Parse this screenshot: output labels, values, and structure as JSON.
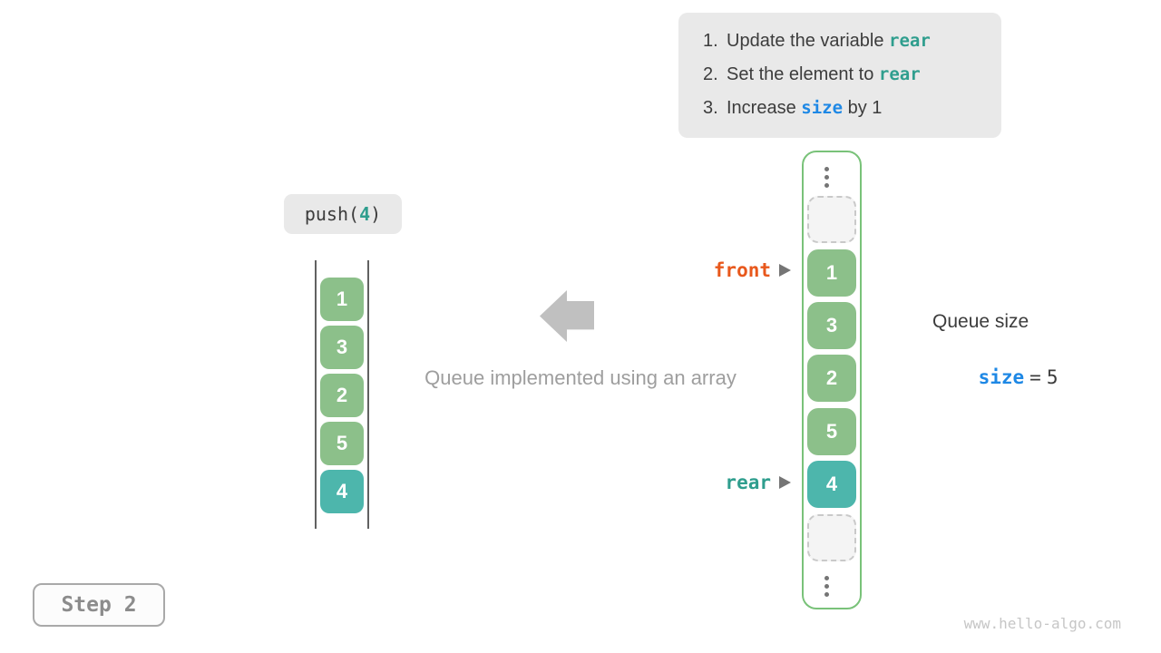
{
  "colors": {
    "panel_bg": "#E9E9E9",
    "dark_text": "#3C3C3C",
    "teal_code": "#2F9E8E",
    "blue_code": "#1E88E5",
    "orange_code": "#E8581C",
    "green_cell": "#8CC08A",
    "teal_cell": "#4DB6AC",
    "container_border": "#79C279",
    "stack_line": "#616161",
    "arrow_gray": "#C0C0C0",
    "gray_caption": "#9E9E9E",
    "dot_gray": "#757575",
    "dashed_border": "#C9C9C9",
    "dashed_bg": "#F4F4F4",
    "step_border": "#A9A9A9",
    "step_text": "#8C8C8C",
    "watermark_gray": "#C6C6C6"
  },
  "instructions": {
    "items": [
      {
        "num": "1.",
        "text": "Update the variable ",
        "code": "rear",
        "suffix": ""
      },
      {
        "num": "2.",
        "text": "Set the element to ",
        "code": "rear",
        "suffix": ""
      },
      {
        "num": "3.",
        "text": "Increase ",
        "code": "size",
        "suffix": " by 1"
      }
    ]
  },
  "push_label": {
    "prefix": "push(",
    "arg": "4",
    "suffix": ")"
  },
  "left_stack": {
    "values": [
      "1",
      "3",
      "2",
      "5",
      "4"
    ]
  },
  "caption": "Queue implemented using an array",
  "right_array": {
    "values": [
      "1",
      "3",
      "2",
      "5",
      "4"
    ],
    "front_label": "front",
    "rear_label": "rear",
    "ellipsis_icon": "vertical-ellipsis"
  },
  "queue_size": {
    "title": "Queue size",
    "var": "size",
    "equals": "=",
    "value": "5"
  },
  "step_badge": {
    "label": "Step 2"
  },
  "watermark": "www.hello-algo.com"
}
